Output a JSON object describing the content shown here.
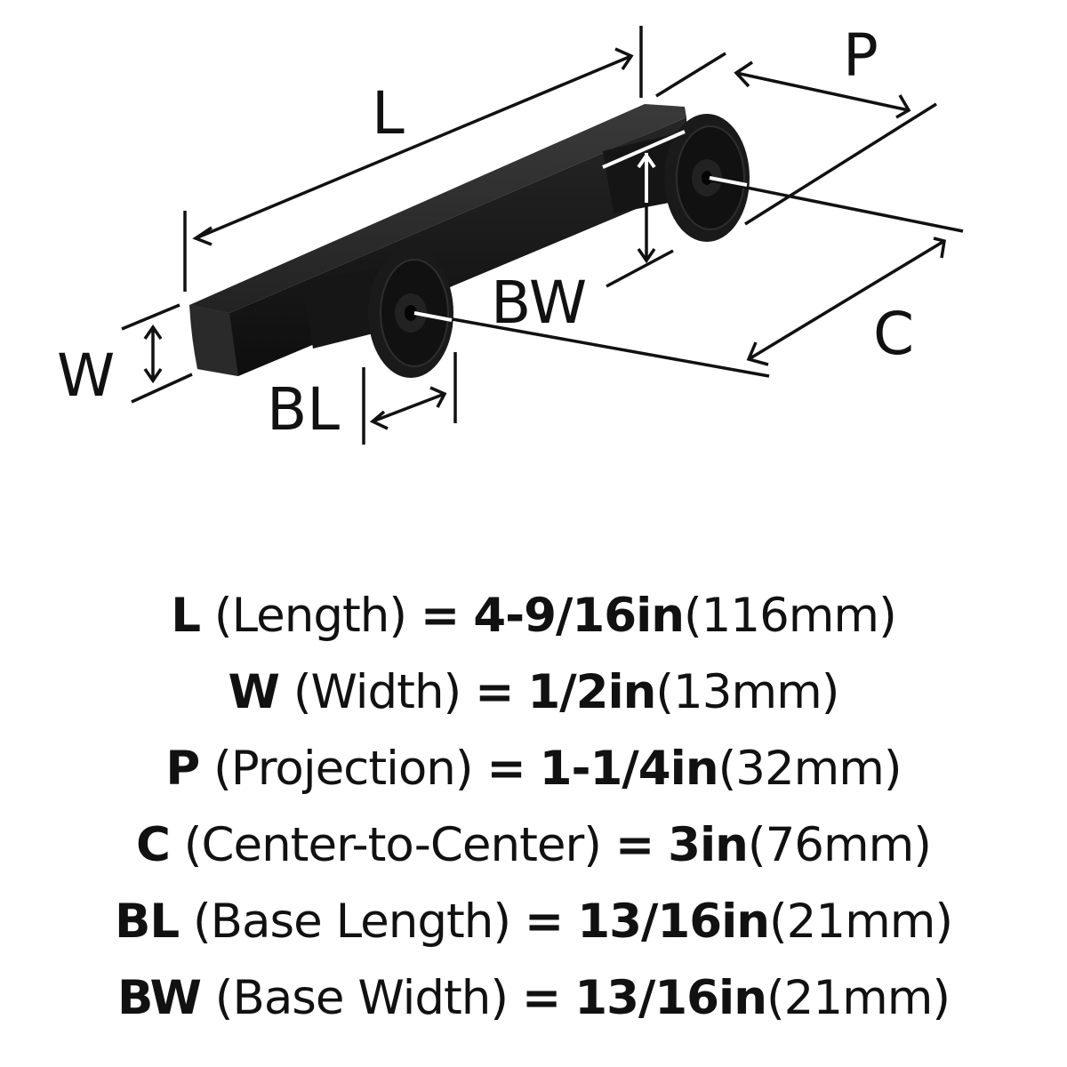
{
  "colors": {
    "ink": "#111111",
    "product_finish": "#1c1c1c",
    "background": "#ffffff"
  },
  "diagram": {
    "labels": {
      "length": "L",
      "width": "W",
      "projection": "P",
      "center_to_center": "C",
      "base_length": "BL",
      "base_width": "BW"
    }
  },
  "specs": [
    {
      "code": "L",
      "name": "(Length)",
      "eq": "=",
      "inches": "4-9/16in",
      "mm": "(116mm)"
    },
    {
      "code": "W",
      "name": "(Width)",
      "eq": "=",
      "inches": "1/2in",
      "mm": "(13mm)"
    },
    {
      "code": "P",
      "name": "(Projection)",
      "eq": "=",
      "inches": "1-1/4in",
      "mm": "(32mm)"
    },
    {
      "code": "C",
      "name": "(Center-to-Center)",
      "eq": "=",
      "inches": "3in",
      "mm": "(76mm)"
    },
    {
      "code": "BL",
      "name": "(Base Length)",
      "eq": "=",
      "inches": "13/16in",
      "mm": "(21mm)"
    },
    {
      "code": "BW",
      "name": "(Base Width)",
      "eq": "=",
      "inches": "13/16in",
      "mm": "(21mm)"
    }
  ]
}
